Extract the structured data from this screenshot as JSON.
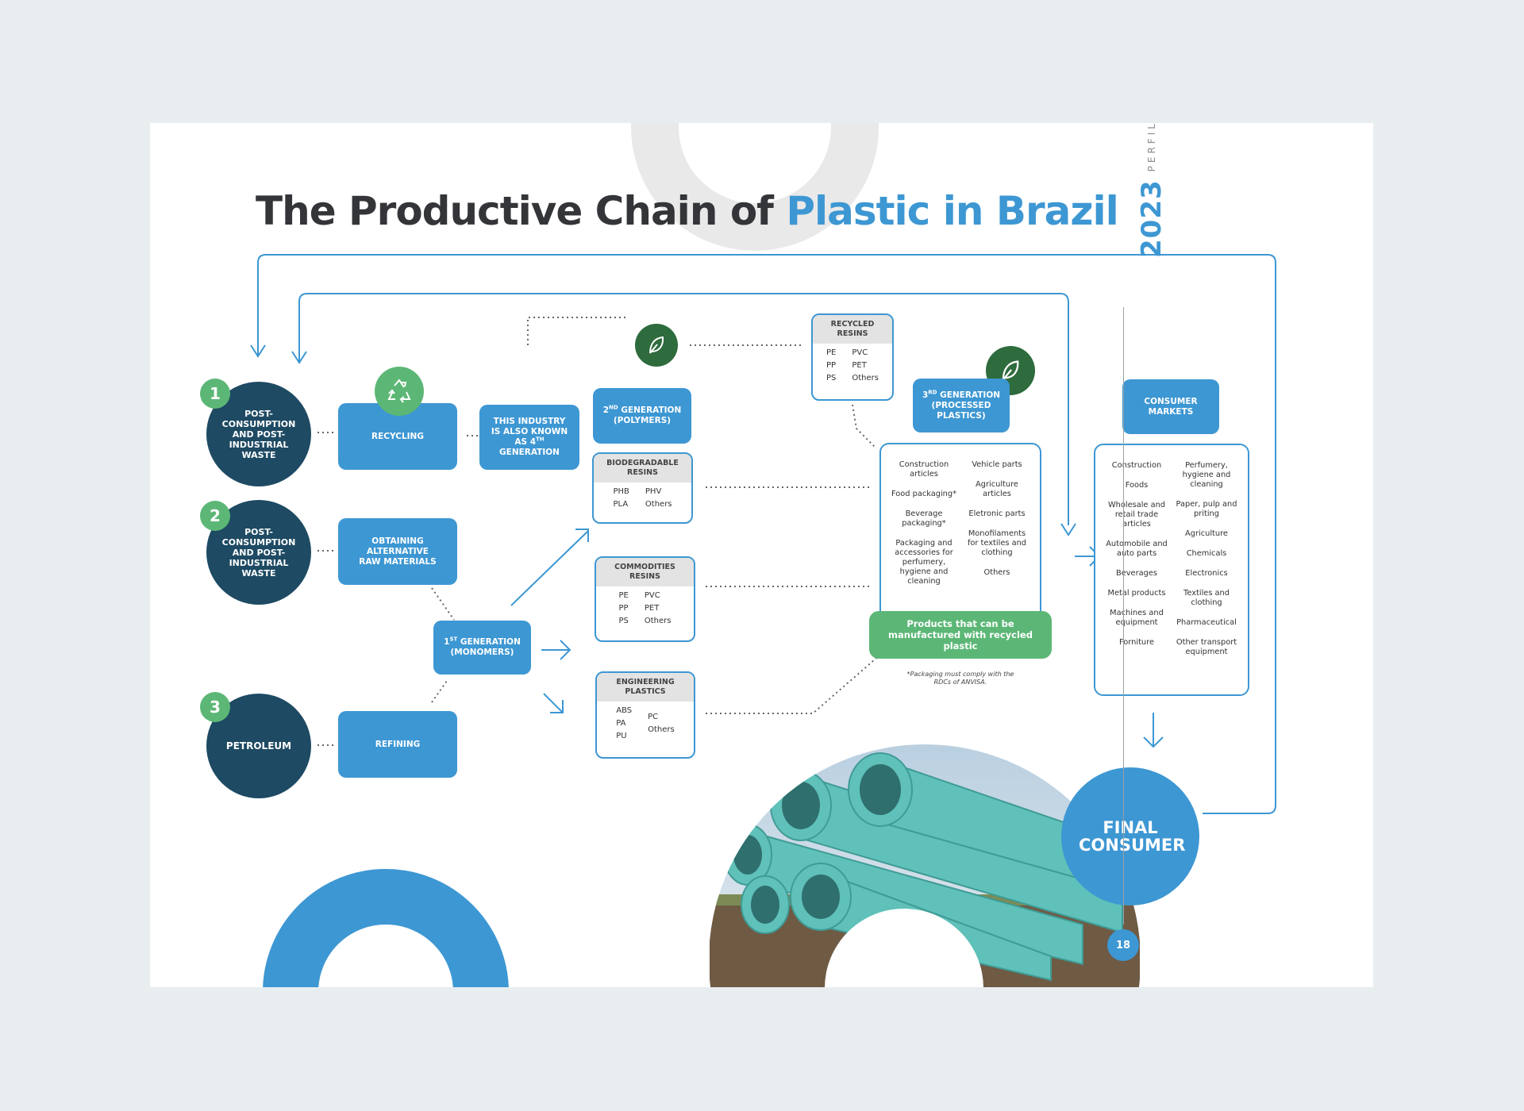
{
  "title": {
    "part1": "The Productive Chain of ",
    "part2": "Plastic in Brazil"
  },
  "side": {
    "perfil": "PERFIL",
    "year": "2023"
  },
  "page_number": "18",
  "sources": [
    {
      "num": "1",
      "label": "POST-CONSUMPTION AND POST-INDUSTRIAL WASTE",
      "process": "RECYCLING"
    },
    {
      "num": "2",
      "label": "POST-CONSUMPTION AND POST-INDUSTRIAL WASTE",
      "process": "OBTAINING ALTERNATIVE RAW MATERIALS"
    },
    {
      "num": "3",
      "label": "PETROLEUM",
      "process": "REFINING"
    }
  ],
  "fourth_gen": "THIS INDUSTRY IS ALSO KNOWN AS 4TH GENERATION",
  "first_gen": "1ST GENERATION (MONOMERS)",
  "second_gen": "2ND GENERATION (POLYMERS)",
  "third_gen": "3RD GENERATION (PROCESSED PLASTICS)",
  "consumer_markets_title": "CONSUMER MARKETS",
  "biodegradable": {
    "title": "BIODEGRADABLE RESINS",
    "col1": [
      "PHB",
      "PLA"
    ],
    "col2": [
      "PHV",
      "Others"
    ]
  },
  "commodities": {
    "title": "COMMODITIES RESINS",
    "col1": [
      "PE",
      "PP",
      "PS"
    ],
    "col2": [
      "PVC",
      "PET",
      "Others"
    ]
  },
  "engineering": {
    "title": "ENGINEERING PLASTICS",
    "col1": [
      "ABS",
      "PA",
      "PU"
    ],
    "col2": [
      "PC",
      "Others"
    ]
  },
  "recycled": {
    "title": "RECYCLED RESINS",
    "col1": [
      "PE",
      "PP",
      "PS"
    ],
    "col2": [
      "PVC",
      "PET",
      "Others"
    ]
  },
  "processed_col1": [
    "Construction articles",
    "Food packaging*",
    "Beverage packaging*",
    "Packaging and accessories for perfumery, hygiene and cleaning"
  ],
  "processed_col2": [
    "Vehicle parts",
    "Agriculture articles",
    "Eletronic parts",
    "Monofilaments for textiles and clothing",
    "Others"
  ],
  "recycled_products": "Products that can be manufactured with recycled plastic",
  "footnote": "*Packaging must comply with the RDCs of ANVISA.",
  "markets_col1": [
    "Construction",
    "Foods",
    "Wholesale and retail trade articles",
    "Automobile and auto parts",
    "Beverages",
    "Metal products",
    "Machines and equipment",
    "Forniture"
  ],
  "markets_col2": [
    "Perfumery, hygiene and cleaning",
    "Paper, pulp and priting",
    "Agriculture",
    "Chemicals",
    "Electronics",
    "Textiles and clothing",
    "Pharmaceutical",
    "Other transport equipment"
  ],
  "final_consumer": "FINAL CONSUMER",
  "colors": {
    "dark": "#1e4a63",
    "blue": "#3d97d3",
    "green": "#5cb776",
    "dark_green": "#2e6b3d"
  }
}
